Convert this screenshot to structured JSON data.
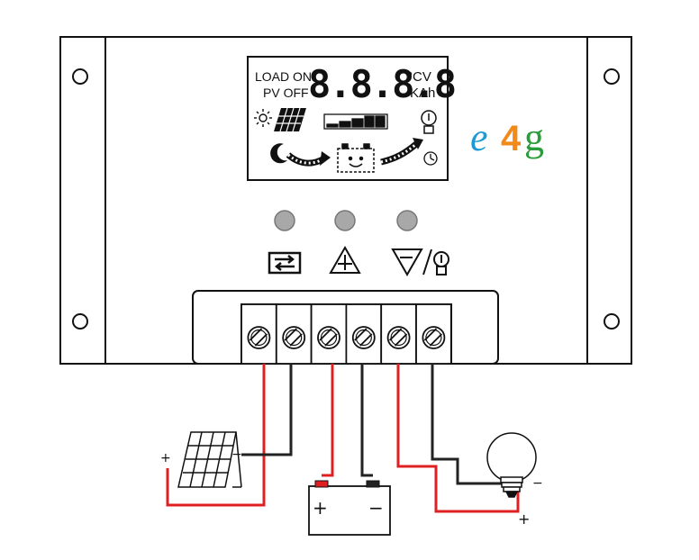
{
  "lcd": {
    "load_label": "LOAD ON",
    "pv_label": "PV OFF",
    "digits": "8.8.8.8",
    "unit_top": "°CV",
    "unit_bottom": "KAh"
  },
  "logo": {
    "e": "e",
    "four": "4",
    "g": "g"
  },
  "buttons": [
    {
      "name": "menu-button",
      "icon": "cycle-icon"
    },
    {
      "name": "up-button",
      "icon": "up-triangle-icon"
    },
    {
      "name": "down-load-button",
      "icon": "down-triangle-bulb-icon"
    }
  ],
  "terminals": [
    "solar-positive",
    "solar-negative",
    "battery-positive",
    "battery-negative",
    "load-positive",
    "load-negative"
  ],
  "polarity": {
    "solar_plus": "+",
    "solar_minus": "−",
    "battery_plus": "+",
    "battery_minus": "−",
    "load_plus": "+",
    "load_minus": "−"
  },
  "colors": {
    "positive_wire": "#e02020",
    "negative_wire": "#222222",
    "outline": "#111111"
  }
}
